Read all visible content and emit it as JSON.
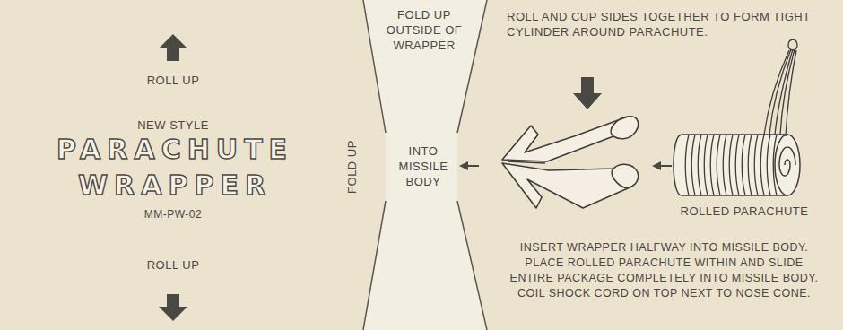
{
  "diagram": {
    "labels": [
      "ROLL UP",
      "NEW STYLE",
      "PARACHUTE",
      "WRAPPER",
      "MM-PW-02",
      "ROLL UP",
      "FOLD UP OUTSIDE OF WRAPPER",
      "FOLD UP",
      "INTO MISSILE BODY",
      "ROLL AND CUP SIDES TOGETHER TO FORM TIGHT CYLINDER AROUND PARACHUTE.",
      "ROLLED PARACHUTE",
      "INSERT WRAPPER HALFWAY INTO MISSILE BODY. PLACE ROLLED PARACHUTE WITHIN AND SLIDE ENTIRE PACKAGE COMPLETELY INTO MISSILE BODY. COIL SHOCK CORD ON TOP NEXT TO NOSE CONE."
    ]
  }
}
